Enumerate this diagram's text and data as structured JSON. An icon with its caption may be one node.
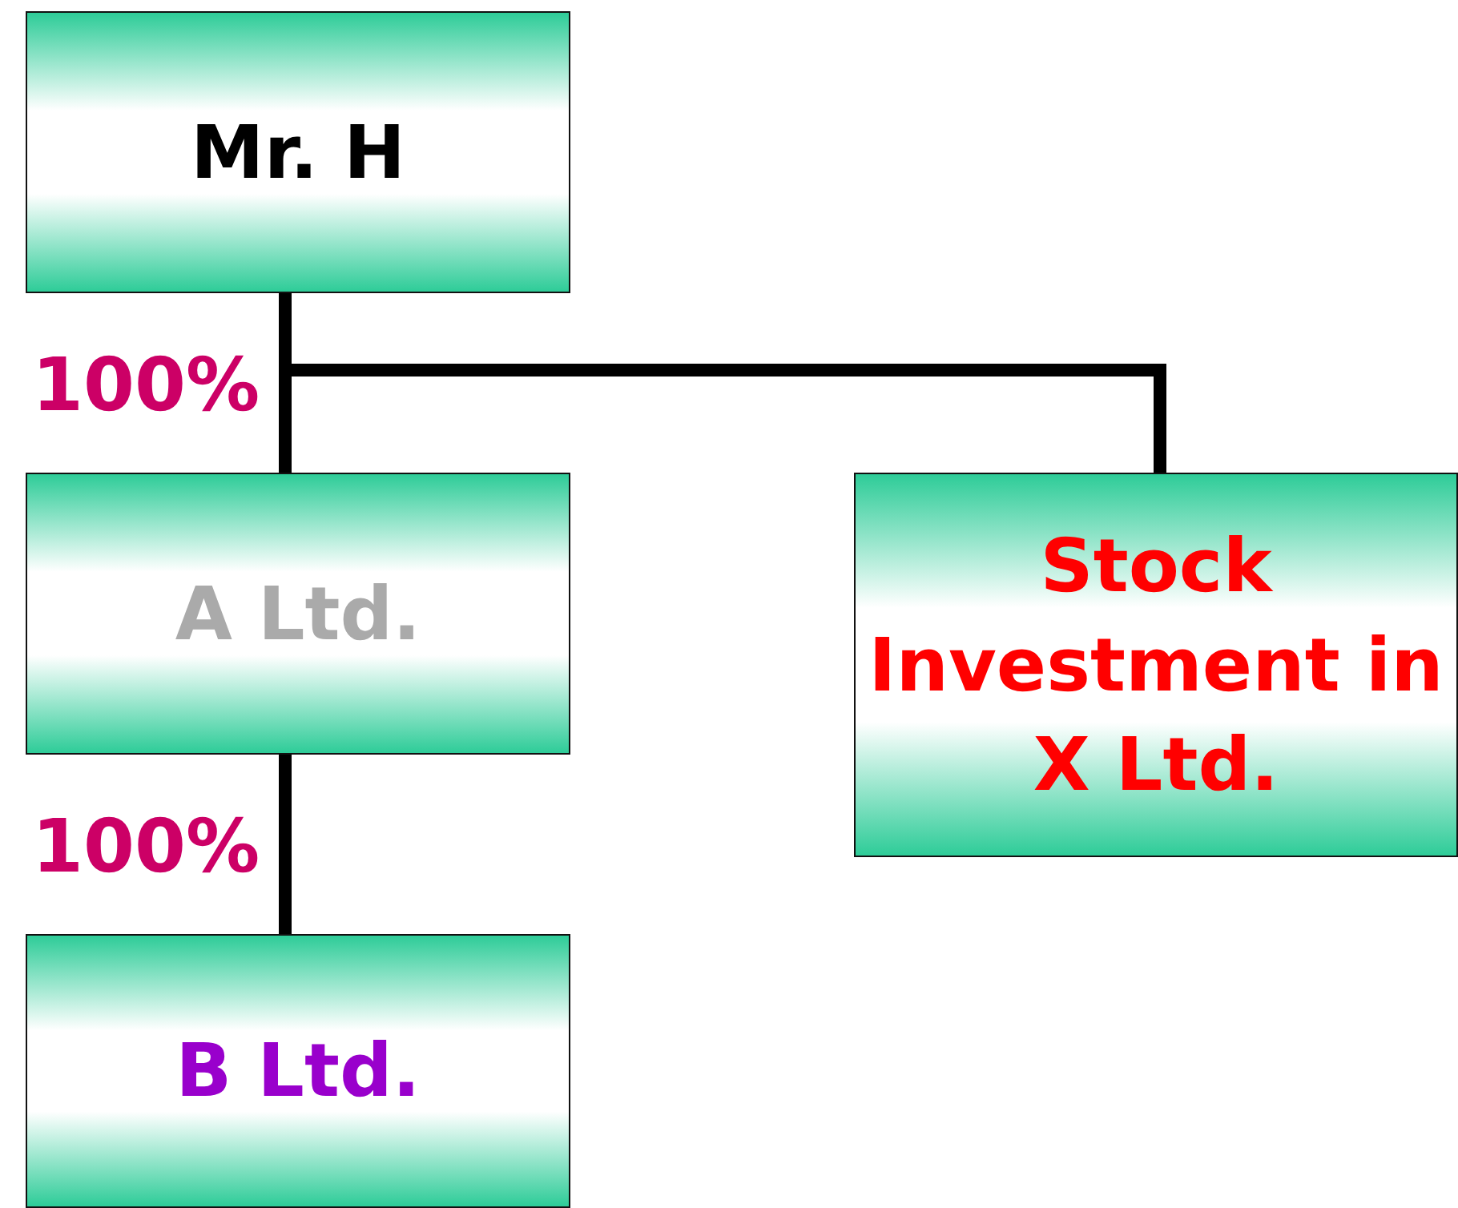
{
  "diagram": {
    "nodes": [
      {
        "text": [
          "Mr. H"
        ]
      },
      {
        "text": [
          "A Ltd."
        ]
      },
      {
        "text": [
          "Stock Investment in X Ltd."
        ]
      },
      {
        "text": [
          "B Ltd."
        ]
      }
    ],
    "edges": [
      {
        "from": 0,
        "to": 1,
        "arrow": "none",
        "label": "100%"
      },
      {
        "from": 0,
        "to": 2,
        "arrow": "none"
      },
      {
        "from": 1,
        "to": 3,
        "arrow": "none",
        "label": "100%"
      }
    ]
  }
}
